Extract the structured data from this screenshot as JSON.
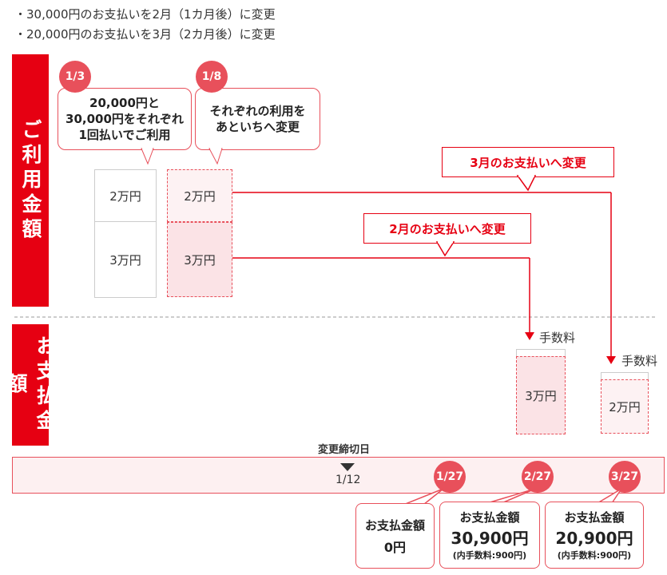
{
  "intro": {
    "line1": "・30,000円のお支払いを2月（1カ月後）に変更",
    "line2": "・20,000円のお支払いを3月（2カ月後）に変更"
  },
  "section_usage": "ご利用金額",
  "section_payment": "お支払金額",
  "badges": {
    "b1": "1/3",
    "b2": "1/8",
    "t1": "1/27",
    "t2": "2/27",
    "t3": "3/27"
  },
  "bubble1": [
    "20,000円と",
    "30,000円をそれぞれ",
    "1回払いでご利用"
  ],
  "bubble2": [
    "それぞれの利用を",
    "あといちへ変更"
  ],
  "usage_boxes": {
    "a_top": "2万円",
    "a_bottom": "3万円",
    "b_top": "2万円",
    "b_bottom": "3万円"
  },
  "callouts": {
    "march": "3月のお支払いへ変更",
    "feb": "2月のお支払いへ変更"
  },
  "fees": {
    "feb_label": "手数料",
    "mar_label": "手数料",
    "feb_box": "3万円",
    "mar_box": "2万円"
  },
  "timeline": {
    "deadline_label": "変更締切日",
    "deadline_date": "1/12"
  },
  "payments": [
    {
      "title": "お支払金額",
      "amount": "0円",
      "note": ""
    },
    {
      "title": "お支払金額",
      "amount": "30,900円",
      "note": "(内手数料:900円)"
    },
    {
      "title": "お支払金額",
      "amount": "20,900円",
      "note": "(内手数料:900円)"
    }
  ],
  "colors": {
    "red": "#e60012",
    "pink": "#e8505b",
    "light_pink": "#fbe3e6"
  }
}
